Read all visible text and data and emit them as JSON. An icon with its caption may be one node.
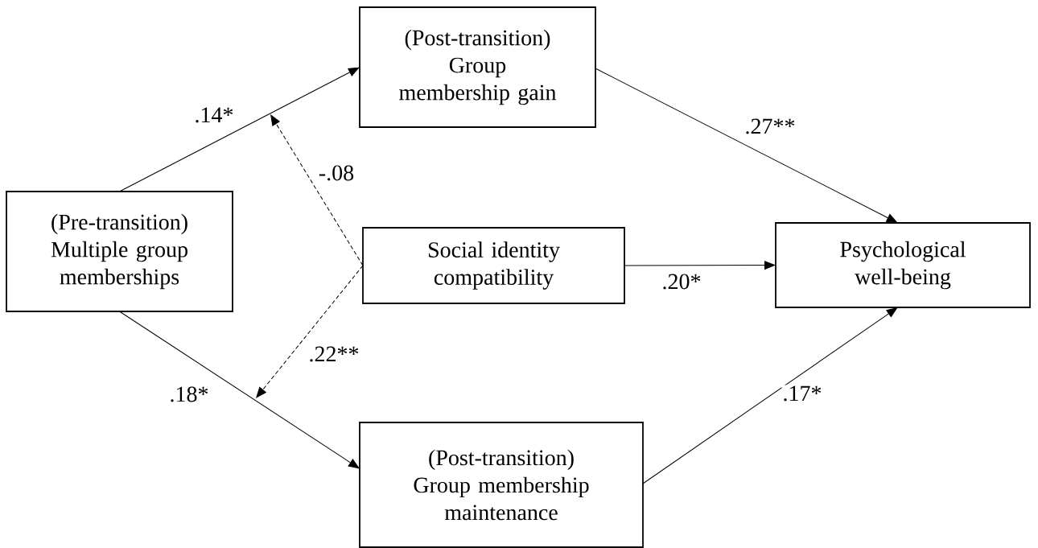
{
  "diagram": {
    "nodes": [
      {
        "text": [
          "(Pre-transition) Multiple group memberships"
        ]
      },
      {
        "text": [
          "(Post-transition) Group membership gain"
        ]
      },
      {
        "text": [
          "Social identity compatibility"
        ]
      },
      {
        "text": [
          "Psychological well-being"
        ]
      },
      {
        "text": [
          "(Post-transition) Group membership maintenance"
        ]
      }
    ],
    "edges": [
      {
        "from": 0,
        "to": 1,
        "arrow": "to",
        "label": ".14*"
      },
      {
        "from": 2,
        "to": null,
        "arrow": "to",
        "style": "dashed",
        "label": "-.08"
      },
      {
        "from": 1,
        "to": 3,
        "arrow": "to",
        "label": ".27**"
      },
      {
        "from": 2,
        "to": 3,
        "arrow": "to",
        "label": ".20*"
      },
      {
        "from": 2,
        "to": null,
        "arrow": "to",
        "style": "dashed",
        "label": ".22**"
      },
      {
        "from": 0,
        "to": 4,
        "arrow": "to",
        "label": ".18*"
      },
      {
        "from": 4,
        "to": 3,
        "arrow": "to",
        "label": ".17*"
      }
    ]
  }
}
